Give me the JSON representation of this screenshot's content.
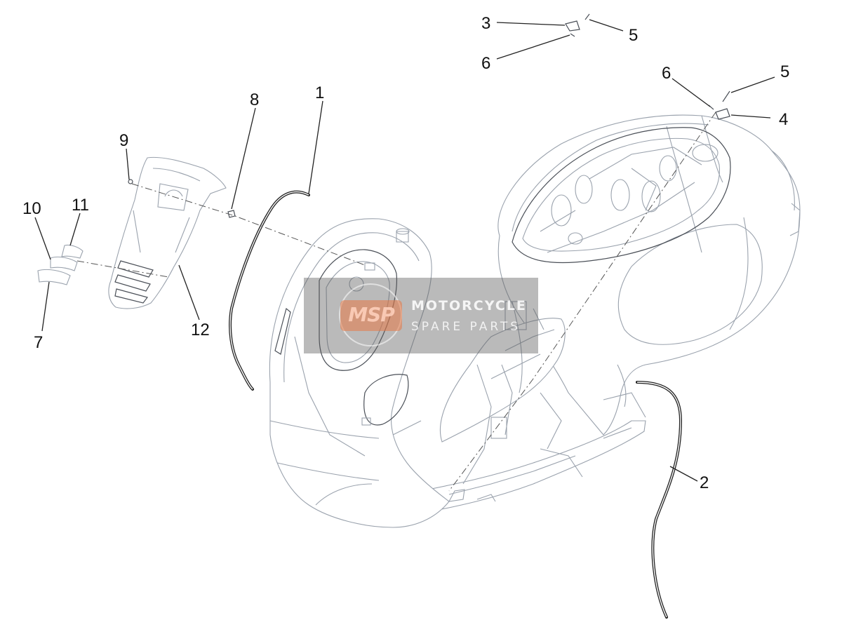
{
  "diagram": {
    "callouts": {
      "c1": "1",
      "c2": "2",
      "c3": "3",
      "c4": "4",
      "c5a": "5",
      "c5b": "5",
      "c6a": "6",
      "c6b": "6",
      "c7": "7",
      "c8": "8",
      "c9": "9",
      "c10": "10",
      "c11": "11",
      "c12": "12"
    }
  },
  "watermark": {
    "badge": "MSP",
    "title": "MOTORCYCLE",
    "subtitle": "SPARE PARTS"
  }
}
